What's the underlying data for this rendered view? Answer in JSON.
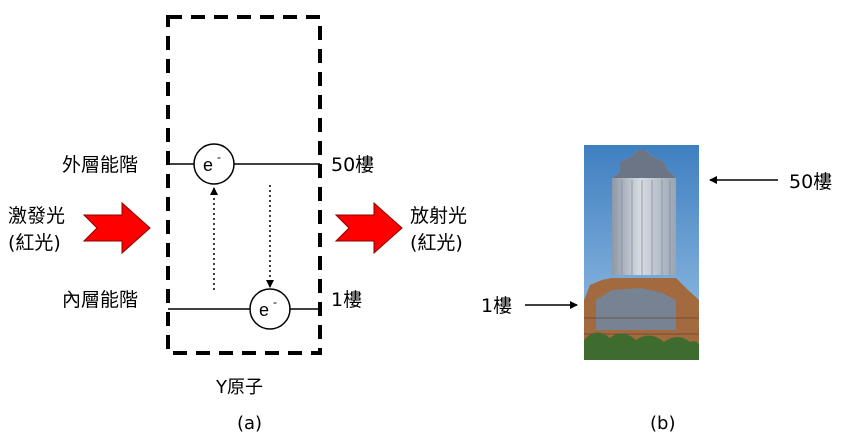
{
  "panel_a": {
    "outer_level_label": "外層能階",
    "inner_level_label": "內層能階",
    "outer_floor_label": "50樓",
    "inner_floor_label": "1樓",
    "excitation_label_line1": "激發光",
    "excitation_label_line2": "(紅光)",
    "emission_label_line1": "放射光",
    "emission_label_line2": "(紅光)",
    "electron_symbol": "e",
    "electron_charge": "-",
    "atom_caption": "Y原子",
    "panel_caption": "(a)"
  },
  "panel_b": {
    "top_floor_label": "50樓",
    "ground_floor_label": "1樓",
    "panel_caption": "(b)"
  },
  "colors": {
    "arrow_fill": "#ff0000",
    "arrow_stroke": "#8b0000",
    "sky": "#5b93c9",
    "building": "#b9c0c9"
  }
}
